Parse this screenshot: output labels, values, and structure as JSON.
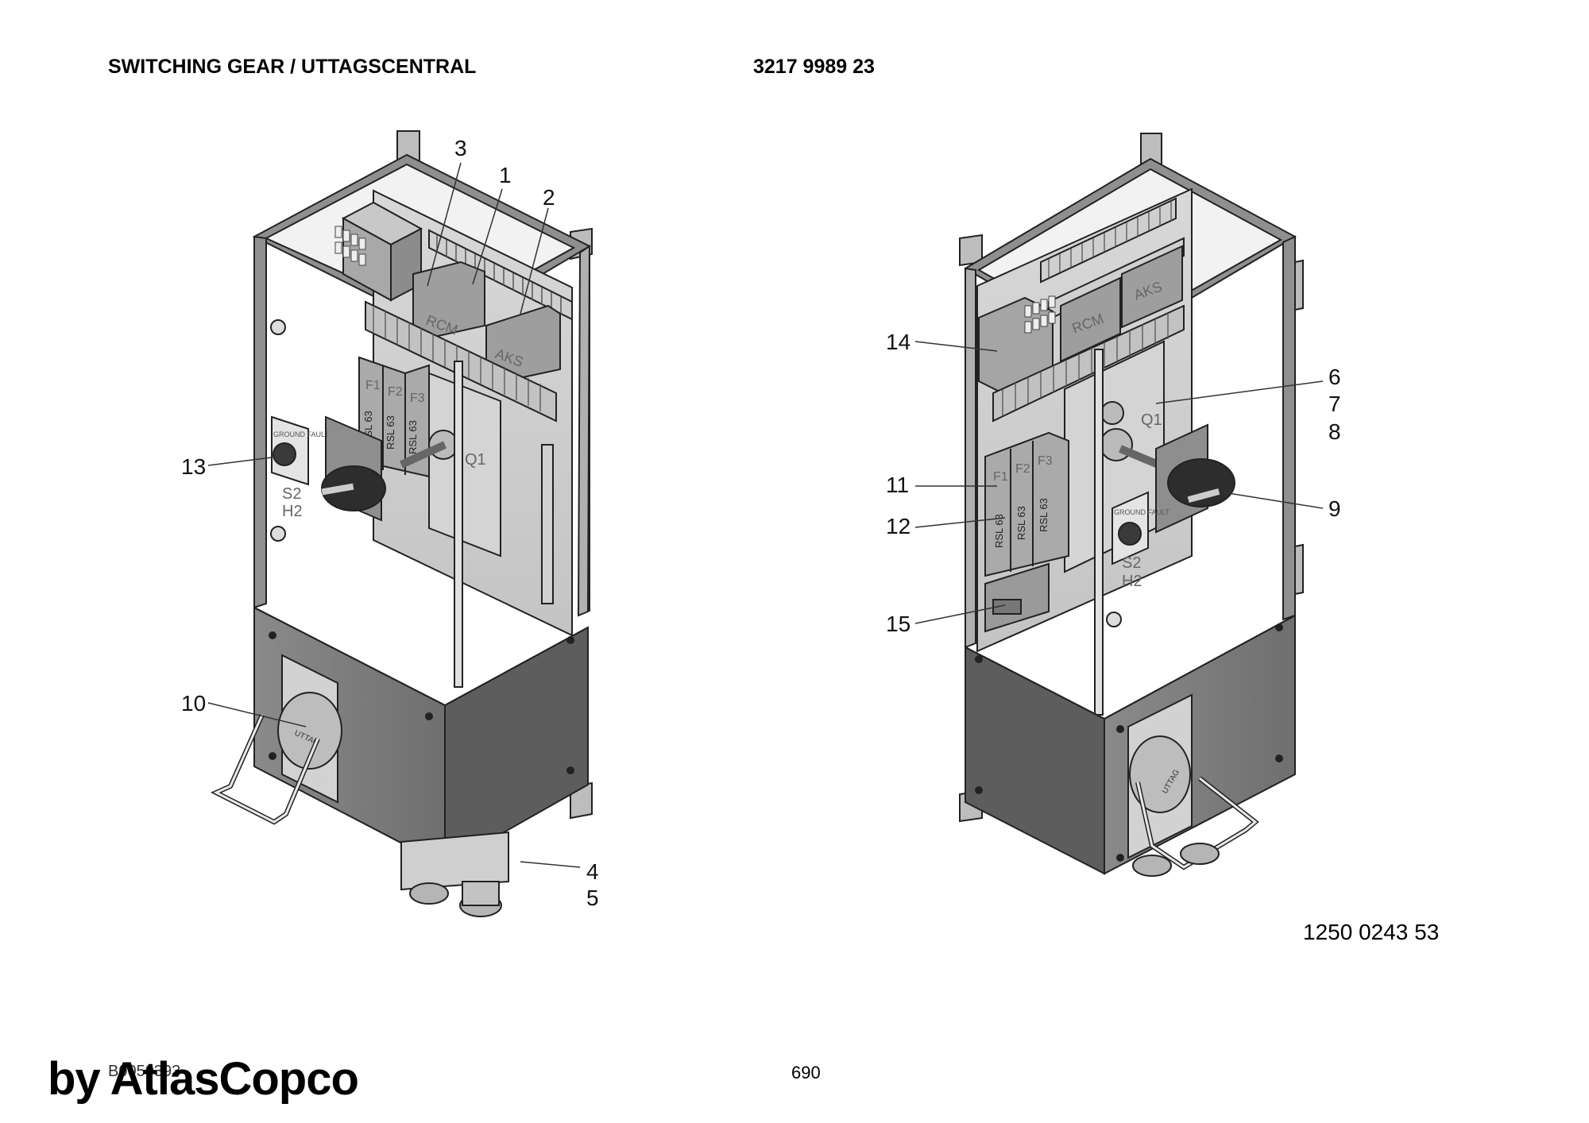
{
  "header": {
    "title": "SWITCHING GEAR / UTTAGSCENTRAL",
    "part_number": "3217 9989 23"
  },
  "footer": {
    "doc_id": "B0050393",
    "page": "690",
    "watermark": "by AtlasCopco",
    "drawing_number": "1250 0243 53"
  },
  "left_view": {
    "component_labels": {
      "rcm": "RCM",
      "aks": "AKS",
      "q1": "Q1",
      "f1": "F1",
      "f2": "F2",
      "f3": "F3",
      "rsl": "RSL 63",
      "ground_fault": "GROUND FAULT",
      "s2": "S2",
      "h2": "H2",
      "socket": "UTTAG"
    },
    "callouts": [
      "3",
      "1",
      "2",
      "13",
      "10",
      "4",
      "5"
    ]
  },
  "right_view": {
    "component_labels": {
      "rcm": "RCM",
      "aks": "AKS",
      "q1": "Q1",
      "f1": "F1",
      "f2": "F2",
      "f3": "F3",
      "rsl": "RSL 63",
      "ground_fault": "GROUND FAULT",
      "s2": "S2",
      "h2": "H2",
      "socket": "UTTAG"
    },
    "callouts": [
      "14",
      "6",
      "7",
      "8",
      "11",
      "9",
      "12",
      "15"
    ]
  }
}
